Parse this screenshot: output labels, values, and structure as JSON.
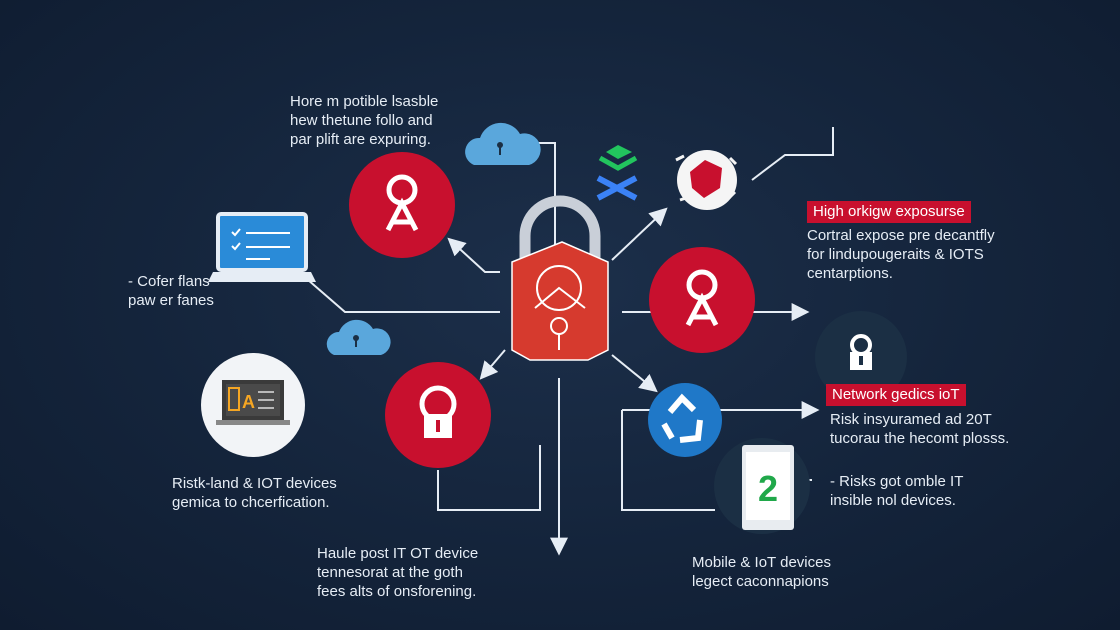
{
  "texts": {
    "top_left": [
      "Hore m potible lsasble",
      "hew thetune follo and",
      "par plift are expuring."
    ],
    "laptop_note": [
      "- Cofer flans",
      "paw er fanes"
    ],
    "left_bottom": [
      "Ristk-land & IOT devices",
      "gemica to chcerfication."
    ],
    "bottom_center": [
      "Haule post IT OT device",
      "tennesorat at the goth",
      "fees alts of onsforening."
    ],
    "bottom_right": [
      "Mobile & IoT devices",
      "legect caconnapions"
    ],
    "right_high_desc": [
      "Cortral expose pre decantfly",
      "for lindupougeraits & IOTS",
      "centarptions."
    ],
    "right_network_desc": [
      "Risk insyuramed ad 20T",
      "tucorau the hecomt plosss."
    ],
    "right_mobile_desc": [
      "- Risks got omble IT",
      "insible nol devices."
    ]
  },
  "tags": {
    "high_exposure": "High orkigw exposurse",
    "network": "Network gedics ioT"
  },
  "icons": {
    "phone_digit": "2",
    "monitor_glyph": "A"
  },
  "colors": {
    "background": "#14243b",
    "accent_red": "#c8102e",
    "lock_red": "#d63a2e",
    "line": "#e6edf5",
    "cloud_blue": "#5aa7dc",
    "recycle_blue": "#1f78c8",
    "teal_dark": "#1b2f44",
    "phone_green": "#20a84a"
  }
}
